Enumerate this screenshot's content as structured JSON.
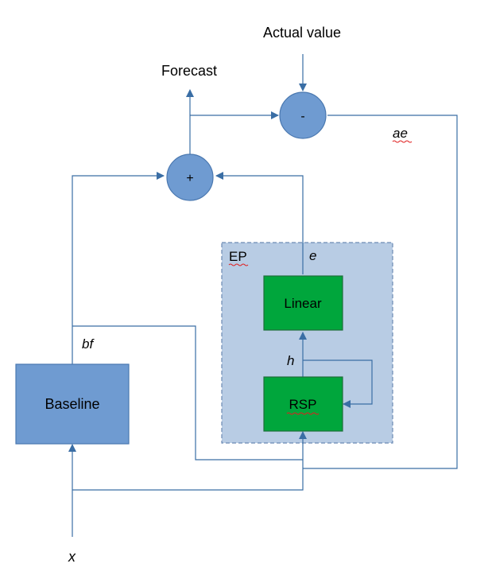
{
  "nodes": {
    "baseline": {
      "label": "Baseline"
    },
    "linear": {
      "label": "Linear"
    },
    "rsp": {
      "label": "RSP"
    },
    "plus": {
      "label": "+"
    },
    "minus": {
      "label": "-"
    },
    "ep": {
      "label": "EP"
    }
  },
  "labels": {
    "actual_value": "Actual value",
    "forecast": "Forecast",
    "ae": "ae",
    "e": "e",
    "h": "h",
    "bf": "bf",
    "x": "x"
  },
  "colors": {
    "line": "#3a6ea5",
    "circle_fill": "#6f9bd1",
    "circle_stroke": "#4a78b0",
    "baseline_fill": "#6f9bd1",
    "baseline_stroke": "#4a78b0",
    "ep_fill": "#b8cce4",
    "ep_stroke": "#6b8ab3",
    "green_fill": "#00a63c",
    "green_stroke": "#1f6f3a"
  }
}
